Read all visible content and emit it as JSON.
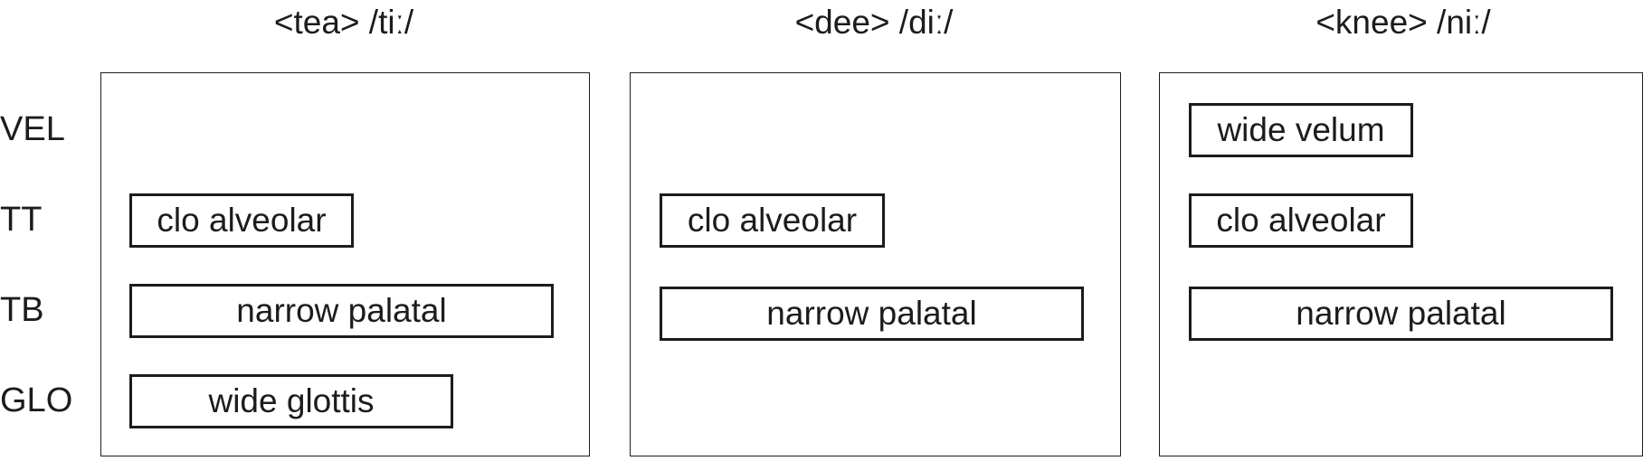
{
  "tiers": [
    {
      "id": "vel",
      "label": "VEL"
    },
    {
      "id": "tt",
      "label": "TT"
    },
    {
      "id": "tb",
      "label": "TB"
    },
    {
      "id": "glo",
      "label": "GLO"
    }
  ],
  "panels": [
    {
      "title": "<tea> /tiː/",
      "gestures": {
        "tt": "clo alveolar",
        "tb": "narrow palatal",
        "glo": "wide glottis"
      }
    },
    {
      "title": "<dee> /diː/",
      "gestures": {
        "tt": "clo alveolar",
        "tb": "narrow palatal"
      }
    },
    {
      "title": "<knee> /niː/",
      "gestures": {
        "vel": "wide velum",
        "tt": "clo alveolar",
        "tb": "narrow palatal"
      }
    }
  ]
}
